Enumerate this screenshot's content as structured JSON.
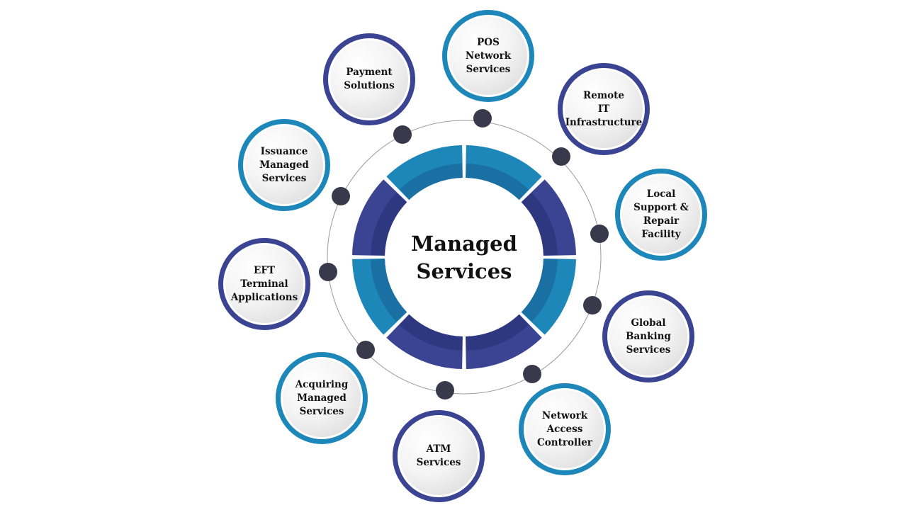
{
  "center": {
    "line1": "Managed",
    "line2": "Services"
  },
  "colors": {
    "cyan": "#1e87b9",
    "cyan_dark": "#1a6fa3",
    "navy": "#3a4493",
    "navy_dark": "#2e3880",
    "dot": "#383a4c",
    "ring_line": "#9a9a9a"
  },
  "segment_colors": [
    "cyan",
    "navy",
    "cyan",
    "navy",
    "navy",
    "cyan",
    "navy",
    "cyan"
  ],
  "nodes": [
    {
      "id": "pos-network-services",
      "lines": [
        "POS",
        "Network",
        "Services"
      ],
      "color": "cyan"
    },
    {
      "id": "remote-it-infrastructure",
      "lines": [
        "Remote",
        "IT",
        "Infrastructure"
      ],
      "color": "navy"
    },
    {
      "id": "local-support-repair-facility",
      "lines": [
        "Local",
        "Support &",
        "Repair",
        "Facility"
      ],
      "color": "cyan"
    },
    {
      "id": "global-banking-services",
      "lines": [
        "Global",
        "Banking",
        "Services"
      ],
      "color": "navy"
    },
    {
      "id": "network-access-controller",
      "lines": [
        "Network",
        "Access",
        "Controller"
      ],
      "color": "cyan"
    },
    {
      "id": "atm-services",
      "lines": [
        "ATM",
        "Services"
      ],
      "color": "navy"
    },
    {
      "id": "acquiring-managed-services",
      "lines": [
        "Acquiring",
        "Managed",
        "Services"
      ],
      "color": "cyan"
    },
    {
      "id": "eft-terminal-applications",
      "lines": [
        "EFT",
        "Terminal",
        "Applications"
      ],
      "color": "navy"
    },
    {
      "id": "issuance-managed-services",
      "lines": [
        "Issuance",
        "Managed",
        "Services"
      ],
      "color": "cyan"
    },
    {
      "id": "payment-solutions",
      "lines": [
        "Payment",
        "Solutions"
      ],
      "color": "navy"
    }
  ]
}
